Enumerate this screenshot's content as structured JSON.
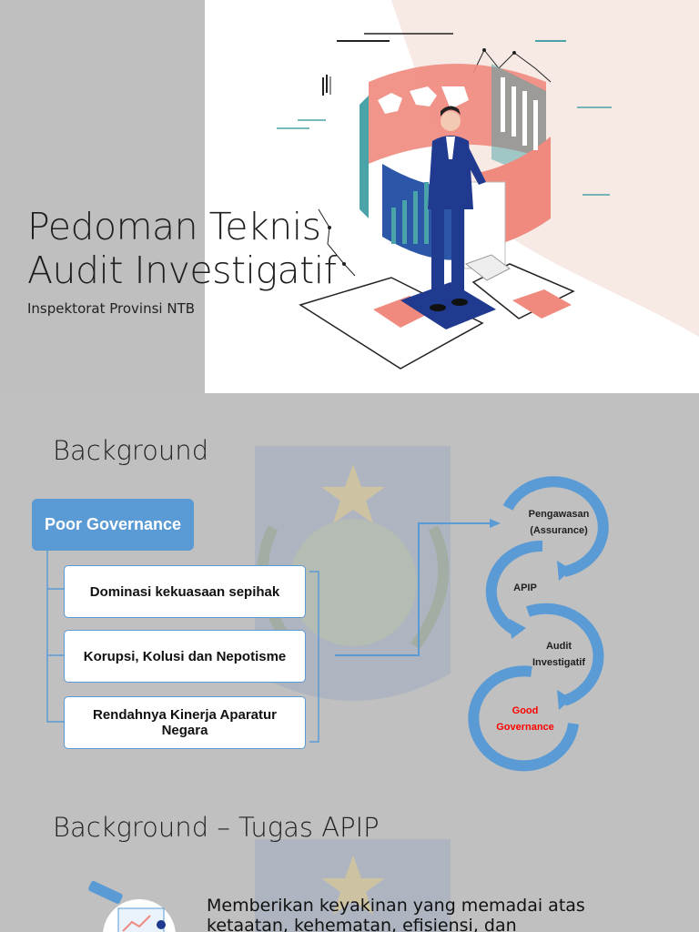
{
  "slide1": {
    "title_line1": "Pedoman Teknis",
    "title_line2": "Audit Investigatif",
    "subtitle": "Inspektorat Provinsi NTB"
  },
  "slide2": {
    "heading": "Background",
    "root": "Poor Governance",
    "items": [
      "Dominasi kekuasaan sepihak",
      "Korupsi, Kolusi dan Nepotisme",
      "Rendahnya Kinerja Aparatur Negara"
    ],
    "cycle": {
      "step1_line1": "Pengawasan",
      "step1_line2": "(Assurance)",
      "step2": "APIP",
      "step3_line1": "Audit",
      "step3_line2": "Investigatif",
      "step4_line1": "Good",
      "step4_line2": "Governance"
    }
  },
  "slide3": {
    "heading": "Background – Tugas APIP",
    "body": "Memberikan keyakinan yang memadai atas ketaatan, kehematan, efisiensi, dan efektivitas"
  },
  "colors": {
    "accent_blue": "#5b9bd5",
    "salmon": "#f08a7e",
    "navy": "#1f3a8f",
    "red_text": "#ff0000"
  }
}
